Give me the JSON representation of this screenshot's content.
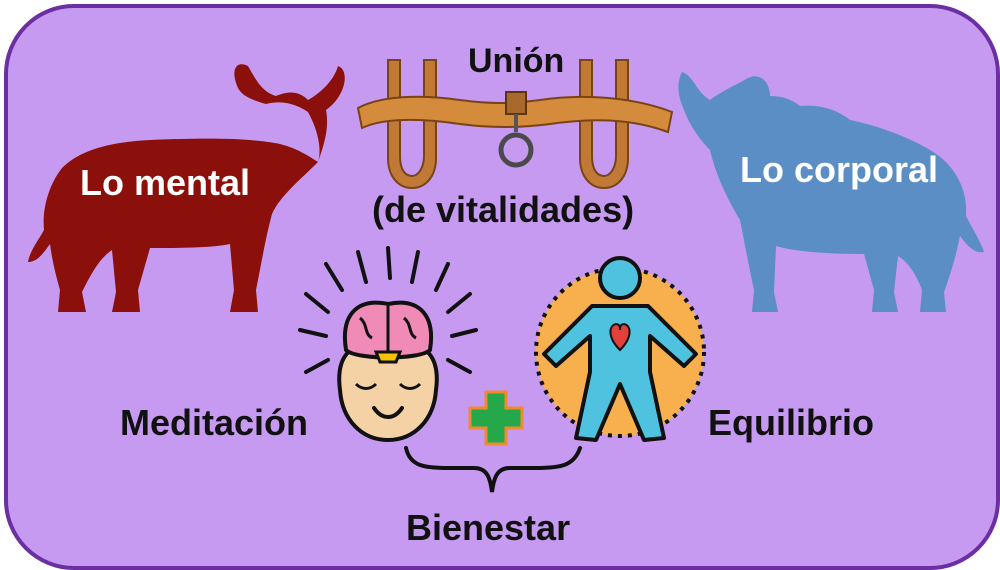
{
  "mind_ox": {
    "label": "Lo mental"
  },
  "body_ox": {
    "label": "Lo corporal"
  },
  "yoke": {
    "title": "Unión",
    "subtitle": "(de vitalidades)"
  },
  "meditation": {
    "label": "Meditación"
  },
  "balance": {
    "label": "Equilibrio"
  },
  "wellbeing": {
    "label": "Bienestar"
  },
  "colors": {
    "background": "#c79af2",
    "border": "#6b2fa3",
    "mind_ox": "#8b0f0a",
    "body_ox": "#5b8ec4",
    "yoke_wood": "#d58b3c",
    "plus_green": "#25a84a",
    "plus_orange": "#f08a2c",
    "circle": "#f7b04d",
    "figure": "#4fc2e0"
  }
}
